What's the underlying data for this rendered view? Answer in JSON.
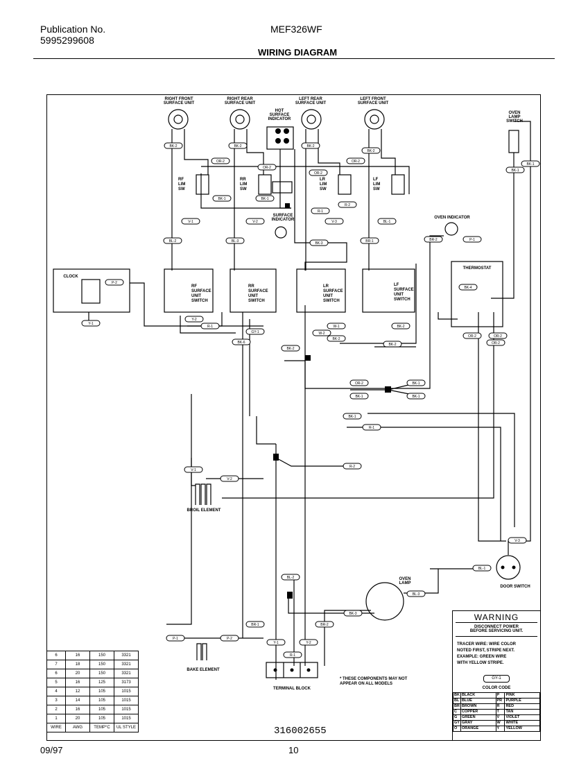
{
  "header": {
    "publication_label": "Publication No.",
    "publication_number": "5995299608",
    "model": "MEF326WF",
    "title": "WIRING DIAGRAM"
  },
  "components": {
    "rf_unit": "RIGHT FRONT\nSURFACE UNIT",
    "rr_unit": "RIGHT REAR\nSURFACE UNIT",
    "lr_unit": "LEFT REAR\nSURFACE UNIT",
    "lf_unit": "LEFT FRONT\nSURFACE UNIT",
    "hot_surface": "HOT\nSURFACE\nINDICATOR",
    "oven_lamp_switch": "OVEN\nLAMP\nSWITCH",
    "surface_indicator": "SURFACE\nINDICATOR",
    "oven_indicator": "OVEN INDICATOR",
    "thermostat": "THERMOSTAT",
    "clock": "CLOCK",
    "broil_element": "BROIL ELEMENT",
    "bake_element": "BAKE ELEMENT",
    "terminal_block": "TERMINAL BLOCK",
    "oven_lamp": "OVEN\nLAMP",
    "door_switch": "DOOR SWITCH",
    "rf_switch": "RF\nSURFACE\nUNIT\nSWITCH",
    "rr_switch": "RR\nSURFACE\nUNIT\nSWITCH",
    "lr_switch": "LR\nSURFACE\nUNIT\nSWITCH",
    "lf_switch": "LF\nSURFACE\nUNIT\nSWITCH",
    "rf_lim": "RF\nLIM\nSW",
    "rr_lim": "RR\nLIM\nSW",
    "lr_lim": "LR\nLIM\nSW",
    "lf_lim": "LF\nLIM\nSW"
  },
  "wire_tags": [
    "BK-2",
    "BK-2",
    "BK-2",
    "BK-2",
    "OR-2",
    "OR-2",
    "OR-2",
    "OR-2",
    "BK-1",
    "BK-1",
    "BK-1",
    "BK-1",
    "R-1",
    "R-2",
    "V-1",
    "V-2",
    "V-3",
    "BL-1",
    "BL-2",
    "BL-3",
    "BK-3",
    "BR-1",
    "BR-2",
    "P-1",
    "P-2",
    "Y-1",
    "Y-2",
    "R-1",
    "BK-4",
    "BK-6",
    "GY-1",
    "W-1",
    "W-2"
  ],
  "gauge_table": {
    "rows": [
      [
        "6",
        "16",
        "150",
        "3321"
      ],
      [
        "7",
        "18",
        "150",
        "3321"
      ],
      [
        "6",
        "20",
        "150",
        "3321"
      ],
      [
        "5",
        "16",
        "125",
        "3173"
      ],
      [
        "4",
        "12",
        "105",
        "1015"
      ],
      [
        "3",
        "14",
        "105",
        "1015"
      ],
      [
        "2",
        "16",
        "105",
        "1015"
      ],
      [
        "1",
        "20",
        "105",
        "1015"
      ]
    ],
    "header": [
      "WIRE",
      "AWG",
      "TEMP°C",
      "UL STYLE"
    ]
  },
  "warning": {
    "title": "WARNING",
    "text": "DISCONNECT POWER\nBEFORE SERVICING UNIT.",
    "tracer": "TRACER WIRE:  WIRE COLOR\nNOTED FIRST, STRIPE NEXT.\nEXAMPLE:  GREEN WIRE\nWITH YELLOW STRIPE.",
    "example_tag": "GY-1",
    "color_code_title": "COLOR CODE",
    "color_code": [
      [
        "BK",
        "BLACK",
        "P",
        "PINK"
      ],
      [
        "BL",
        "BLUE",
        "PR",
        "PURPLE"
      ],
      [
        "BR",
        "BROWN",
        "R",
        "RED"
      ],
      [
        "C",
        "COPPER",
        "T",
        "TAN"
      ],
      [
        "G",
        "GREEN",
        "V",
        "VIOLET"
      ],
      [
        "GY",
        "GRAY",
        "W",
        "WHITE"
      ],
      [
        "O",
        "ORANGE",
        "Y",
        "YELLOW"
      ]
    ]
  },
  "note": "* THESE COMPONENTS MAY NOT\n  APPEAR ON ALL MODELS",
  "part_number": "316002655",
  "footer": {
    "date": "09/97",
    "page": "10"
  }
}
